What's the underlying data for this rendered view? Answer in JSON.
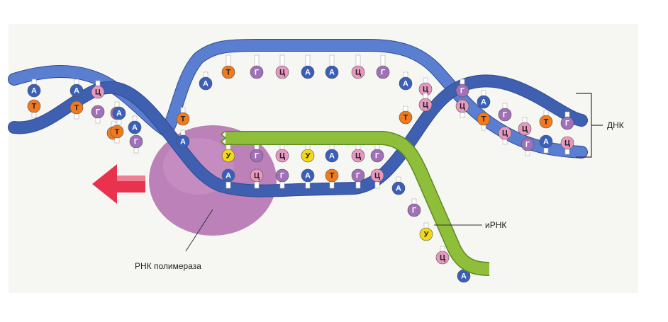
{
  "labels": {
    "dna": "ДНК",
    "mrna": "иРНК",
    "polymerase": "РНК полимераза"
  },
  "colors": {
    "dna_strand": "#5b7fd0",
    "dna_strand_dark": "#3f5fb0",
    "mrna_strand": "#8fbf3a",
    "polymerase": "#b473b0",
    "arrow": "#e8324e",
    "A": "#3a5fb8",
    "T": "#f07a1e",
    "G": "#a070b8",
    "C": "#e898c0",
    "U": "#f2d81a"
  },
  "nucleotides": {
    "top_strand_open": [
      "Т",
      "Г",
      "Ц",
      "А",
      "А",
      "Ц",
      "Г"
    ],
    "template_strand": [
      "А",
      "Ц",
      "Г",
      "А",
      "Т",
      "Г",
      "Ц"
    ],
    "mrna_paired": [
      "У",
      "Г",
      "Ц",
      "У",
      "А",
      "Ц",
      "Г"
    ],
    "mrna_free": [
      "А",
      "Г",
      "У",
      "Ц",
      "А"
    ],
    "left_helix_top": [
      "А",
      "А",
      "Ц",
      "Г",
      "А",
      "Т"
    ],
    "left_helix_bottom": [
      "Т",
      "Т",
      "Г",
      "А",
      "Т",
      "Г"
    ],
    "right_helix_top": [
      "Г",
      "А",
      "Г",
      "Ц",
      "Т",
      "Г"
    ],
    "right_helix_bottom": [
      "Ц",
      "Т",
      "Ц",
      "Г",
      "А",
      "Ц"
    ],
    "fork_left": [
      "А",
      "Т",
      "А"
    ],
    "fork_right": [
      "А",
      "Ц",
      "Т",
      "Ц"
    ]
  }
}
